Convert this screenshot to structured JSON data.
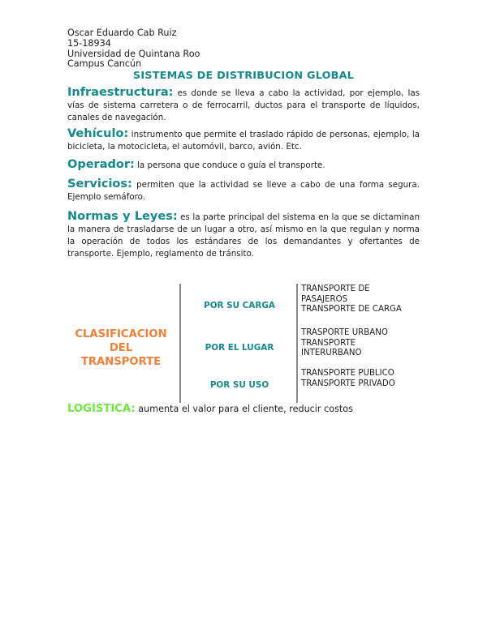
{
  "header": {
    "lines": [
      "Oscar Eduardo Cab Ruiz",
      "15-18934",
      "Universidad de Quintana Roo",
      "Campus Cancún"
    ]
  },
  "title": "SISTEMAS DE DISTRIBUCION GLOBAL",
  "definitions": [
    {
      "term": "Infraestructura:",
      "text": " es donde se lleva a cabo la actividad, por ejemplo, las vías de sistema carretera o de ferrocarril, ductos para el transporte de líquidos, canales de navegación."
    },
    {
      "term": "Vehículo:",
      "text": " instrumento que permite el traslado rápido de personas, ejemplo, la bicicleta, la motocicleta, el automóvil, barco, avión. Etc."
    },
    {
      "term": "Operador:",
      "text": " la persona que conduce o guía el transporte."
    },
    {
      "term": "Servicios:",
      "text": " permiten que la actividad se lleve a cabo de una forma segura. Ejemplo semáforo."
    },
    {
      "term": "Normas y Leyes:",
      "text": " es la parte principal del sistema en la que se dictaminan la manera de trasladarse de un lugar a otro, así mismo en la que regulan y norma la operación de todos los estándares de los demandantes y ofertantes de transporte. Ejemplo, reglamento de tránsito."
    }
  ],
  "classification": {
    "title_lines": [
      "CLASIFICACION",
      "DEL",
      "TRANSPORTE"
    ],
    "categories": [
      {
        "label": "POR SU CARGA",
        "items": [
          "TRANSPORTE DE PASAJEROS",
          "TRANSPORTE DE CARGA"
        ]
      },
      {
        "label": "POR EL LUGAR",
        "items": [
          "TRASPORTE URBANO",
          "TRANSPORTE INTERURBANO"
        ]
      },
      {
        "label": "POR SU USO",
        "items": [
          "TRANSPORTE PUBLICO",
          "TRANSPORTE PRIVADO"
        ]
      }
    ]
  },
  "logistica": {
    "term": "LOGISTICA:",
    "text": " aumenta el valor para el cliente, reducir costos"
  },
  "colors": {
    "teal": "#148a8a",
    "orange": "#ef8036",
    "green": "#6fe83e"
  }
}
